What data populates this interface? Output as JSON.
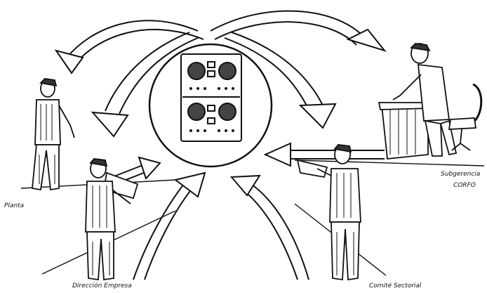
{
  "labels": {
    "planta": "Planta",
    "direccion_empresa": "Dirección Empresa",
    "comite_sectorial": "Comité Sectorial",
    "subgerencia_line1": "Subgerencia",
    "subgerencia_line2": "CORFO"
  },
  "icons": {
    "central": "computer-tape-drive-icon",
    "arrows": "curved-arrow-icon"
  },
  "colors": {
    "ink": "#111111",
    "paper": "#ffffff"
  }
}
